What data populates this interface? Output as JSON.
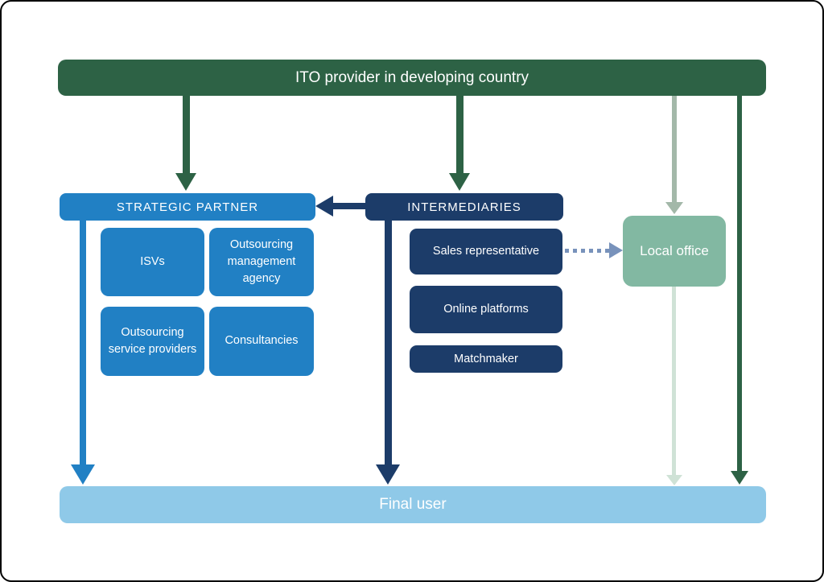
{
  "diagram": {
    "title_bar": {
      "label": "ITO provider in developing country"
    },
    "strategic_partner": {
      "header": "STRATEGIC PARTNER",
      "items": [
        {
          "label": "ISVs"
        },
        {
          "label": "Outsourcing management agency"
        },
        {
          "label": "Outsourcing service providers"
        },
        {
          "label": "Consultancies"
        }
      ]
    },
    "intermediaries": {
      "header": "INTERMEDIARIES",
      "items": [
        {
          "label": "Sales representative"
        },
        {
          "label": "Online platforms"
        },
        {
          "label": "Matchmaker"
        }
      ]
    },
    "local_office": {
      "label": "Local office"
    },
    "final_user": {
      "label": "Final user"
    },
    "colors": {
      "dark_green": "#2d6245",
      "bright_blue": "#2180c4",
      "navy": "#1c3c69",
      "sage_green": "#82b8a2",
      "sage_arrow": "#a3b8a9",
      "pale_green": "#cfe2d6",
      "light_blue": "#8fc9e8",
      "dotted_arrow_blue": "#7892bb"
    }
  }
}
